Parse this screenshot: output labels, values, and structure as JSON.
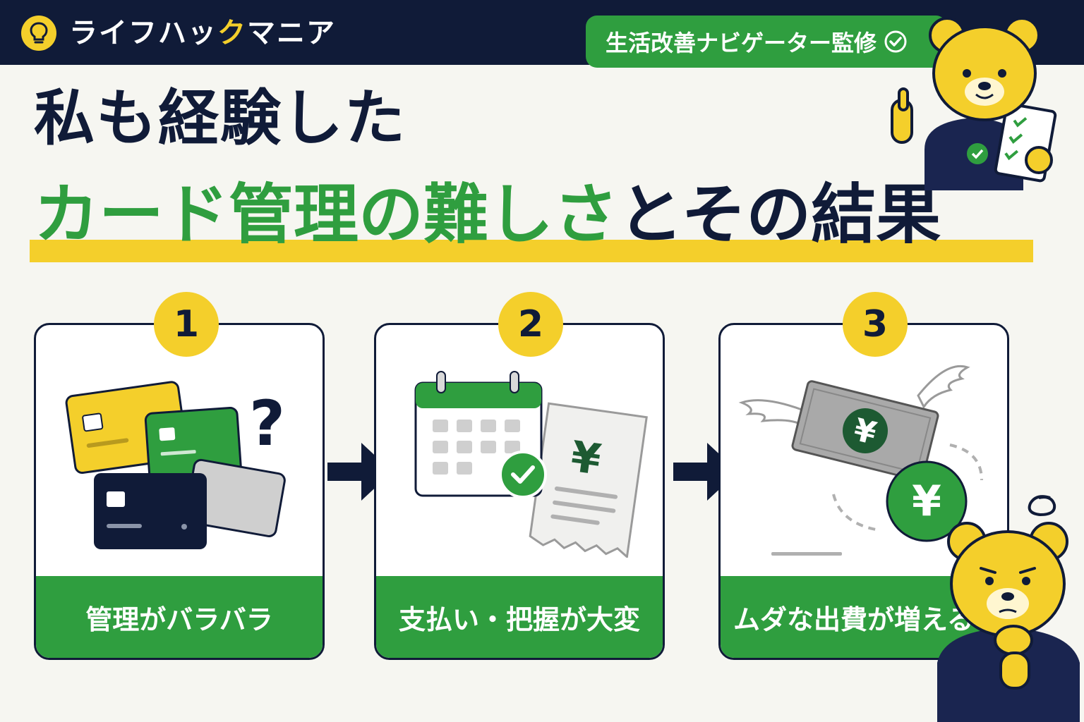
{
  "header": {
    "logo_icon": "lightbulb-icon",
    "brand_main": "ライフハッ",
    "brand_accent": "ク",
    "brand_end": "マニア",
    "supervisor_badge": "生活改善ナビゲーター監修"
  },
  "headline": {
    "line1": "私も経験した",
    "line2_green": "カード管理の難しさ",
    "line2_navy": "とその結果"
  },
  "steps": [
    {
      "number": "1",
      "caption": "管理がバラバラ"
    },
    {
      "number": "2",
      "caption": "支払い・把握が大変"
    },
    {
      "number": "3",
      "caption": "ムダな出費が増える"
    }
  ],
  "illustration_marks": {
    "question": "?",
    "yen": "¥"
  },
  "colors": {
    "navy": "#101b38",
    "green": "#2f9e3f",
    "yellow": "#f4cf2b",
    "background": "#f6f6f1"
  }
}
